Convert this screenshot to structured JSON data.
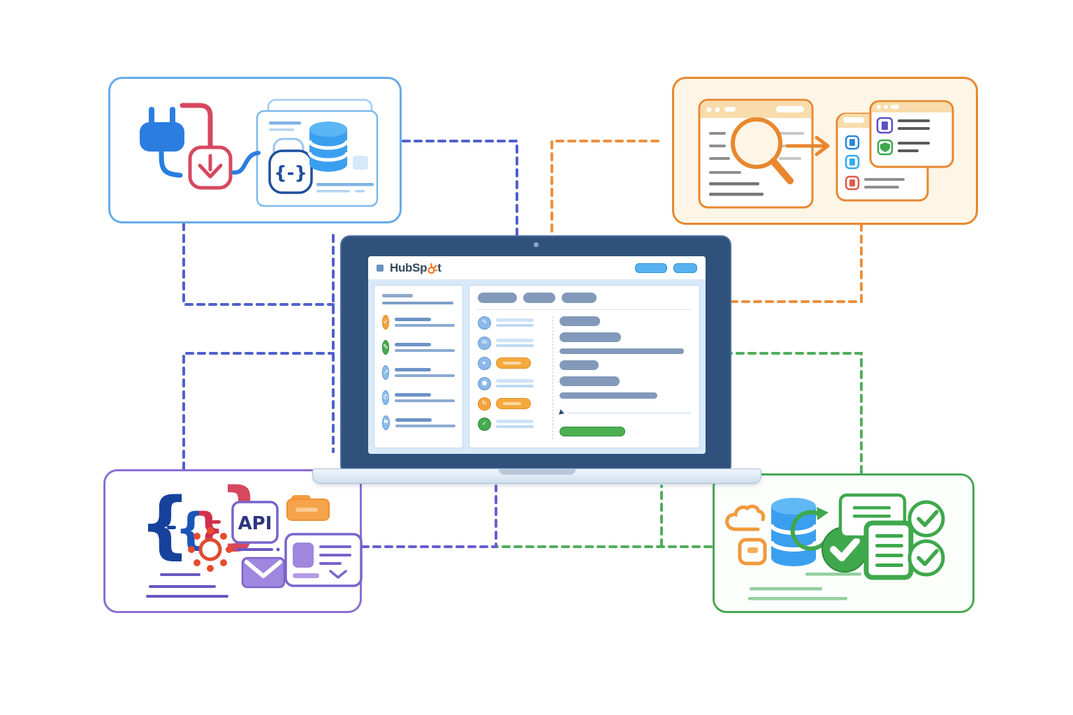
{
  "title": "HubSpot integrations illustration",
  "colors": {
    "brand-orange": "#f57722",
    "slate": "#33475b",
    "blue": "#2b7de0",
    "navy": "#16429c",
    "red": "#d6485f",
    "orange": "#e8872e",
    "orange-fill": "#f5a93e",
    "cream": "#fdf5e6",
    "purple": "#7a63cc",
    "purple-fill": "#9f86de",
    "green": "#3fa84c",
    "green-soft": "#93cf9e",
    "sky": "#58b2ef",
    "bar": "#8299ba",
    "bezel": "#30517c",
    "screen-bg": "#d9e9f8",
    "cta-green": "#4cb052",
    "conn-blue": "#4253c9",
    "conn-purple": "#5a50cf",
    "conn-orange": "#e8872e",
    "conn-green": "#44a751"
  },
  "connectors": [
    {
      "name": "top-left-card-to-laptop",
      "color": "#4253c9",
      "style": "dashed"
    },
    {
      "name": "top-right-card-to-laptop",
      "color": "#e8872e",
      "style": "dashed"
    },
    {
      "name": "bottom-left-card-to-laptop",
      "color": "#5a50cf",
      "style": "dashed"
    },
    {
      "name": "bottom-right-card-to-laptop",
      "color": "#44a751",
      "style": "dashed"
    }
  ],
  "laptop": {
    "brand": "HubSpot",
    "brand_prefix": "HubSp",
    "brand_suffix": "t",
    "header_buttons": [
      "button",
      "button"
    ],
    "sidebar": {
      "items": [
        {
          "name": "check-circle-icon",
          "glyph": "✓",
          "color": "#f2a13d"
        },
        {
          "name": "edit-circle-icon",
          "glyph": "✎",
          "color": "#44ab4e"
        },
        {
          "name": "trend-circle-icon",
          "glyph": "↗",
          "color": "#8bb9e9"
        },
        {
          "name": "call-circle-icon",
          "glyph": "✆",
          "color": "#8bb9e9"
        },
        {
          "name": "flag-circle-icon",
          "glyph": "⚑",
          "color": "#8bb9e9"
        }
      ]
    },
    "main": {
      "tab_count": 3,
      "list": [
        {
          "name": "record-row",
          "glyph": "✎",
          "right": "lines",
          "color": "#8bb9e9"
        },
        {
          "name": "record-row",
          "glyph": "✉",
          "right": "lines",
          "color": "#8bb9e9"
        },
        {
          "name": "record-row",
          "glyph": "▸",
          "right": "pill",
          "color": "#8bb9e9"
        },
        {
          "name": "record-row",
          "glyph": "●",
          "right": "lines",
          "color": "#8bb9e9"
        },
        {
          "name": "record-row",
          "glyph": "↻",
          "right": "pill",
          "color": "#f2a13d"
        },
        {
          "name": "record-row",
          "glyph": "✓",
          "right": "lines",
          "color": "#44ab4e"
        }
      ]
    }
  },
  "cards": {
    "top_left": {
      "id": "data-import",
      "icons": [
        "power-plug-icon",
        "import-download-icon",
        "record-window",
        "chat-braces-icon",
        "database-icon"
      ]
    },
    "top_right": {
      "id": "search-and-map",
      "icons": [
        "browser-window",
        "magnifier-icon",
        "arrow-right-icon",
        "mapping-windows",
        "document-icon",
        "shield-icon"
      ]
    },
    "bottom_left": {
      "id": "developer-api",
      "api_label": "API",
      "icons": [
        "code-braces-icon",
        "burst-icon",
        "api-box-icon",
        "folder-icon",
        "envelope-icon",
        "contact-card-icon"
      ]
    },
    "bottom_right": {
      "id": "sync-and-validate",
      "icons": [
        "cloud-icon",
        "database-icon",
        "sync-arrow-icon",
        "check-circle-icon",
        "checklist-documents-icon"
      ]
    }
  }
}
